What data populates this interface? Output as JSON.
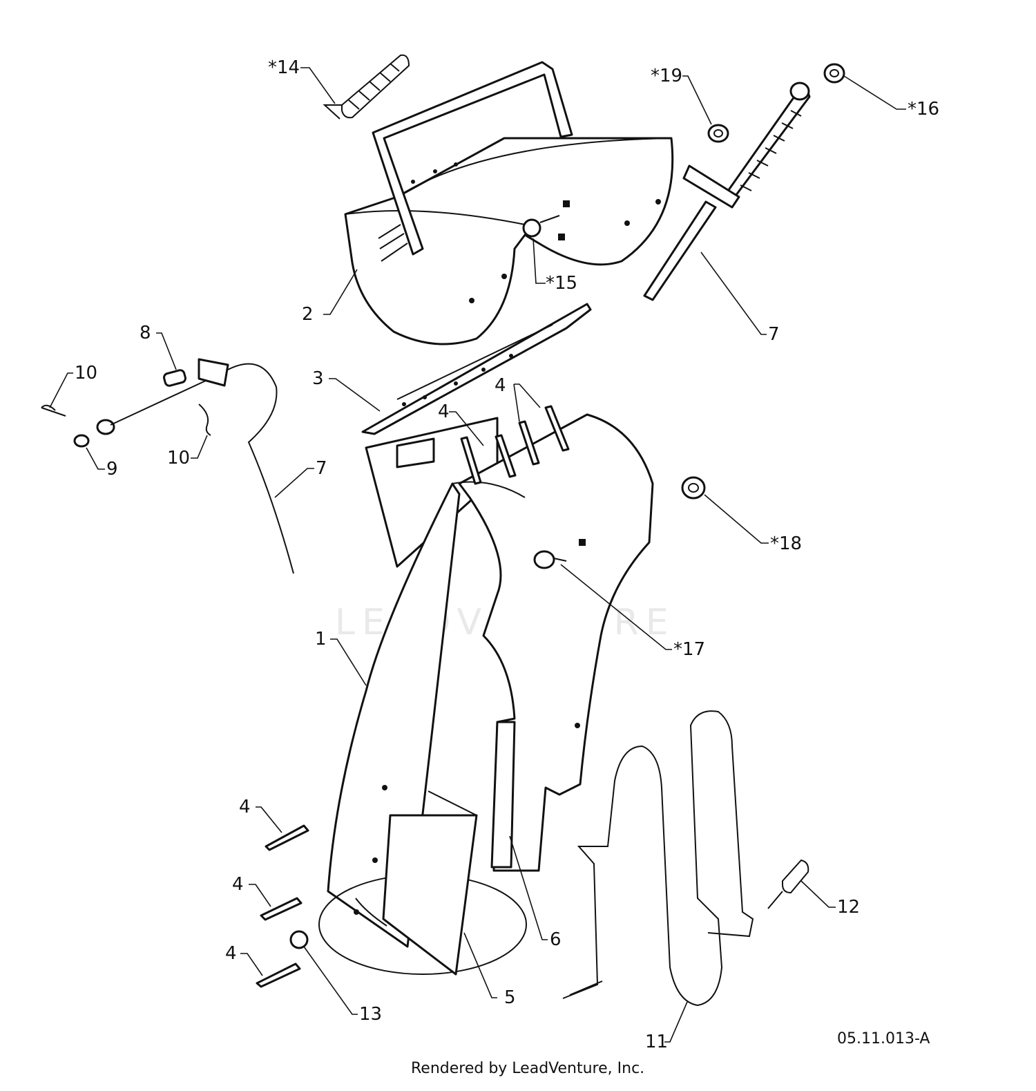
{
  "diagram": {
    "callouts": [
      "*14",
      "*19",
      "*16",
      "*15",
      "2",
      "7",
      "8",
      "10",
      "3",
      "4",
      "9",
      "7",
      "*18",
      "*17",
      "1",
      "4",
      "4",
      "4",
      "13",
      "5",
      "6",
      "12",
      "11",
      "10",
      "4"
    ],
    "document_id": "05.11.013-A",
    "watermark": "LEADVENTURE",
    "footer": "Rendered by LeadVenture, Inc."
  }
}
